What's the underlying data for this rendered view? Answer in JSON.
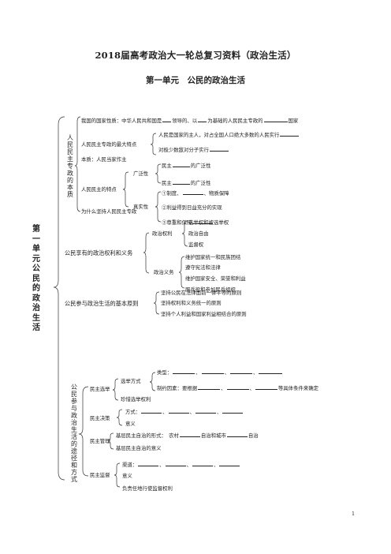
{
  "doc": {
    "title": "2018届高考政治大一轮总复习资料（政治生活）",
    "subtitle": "第一单元　公民的政治生活",
    "unit_label": "第一单元　公民的政治生活",
    "page_number": "1"
  },
  "s1": {
    "label": "人民民主专政的本质",
    "nature_a": "我国的国家性质：中华人民共和国是",
    "nature_b": "领导的、以",
    "nature_c": "为基础的人民民主专政的",
    "nature_d": "国家",
    "feature_max": "人民民主专政的最大特点",
    "max_a": "人民是国家的主人，对占全国人口绝大多数的人民实行",
    "max_b": "对极少数敌对分子实行",
    "essence": "本质：人民当家作主",
    "features": "人民民主的特点",
    "breadth": "广泛性",
    "breadth_a1": "民主",
    "breadth_a2": "的广泛性",
    "breadth_b1": "民主",
    "breadth_b2": "的广泛性",
    "reality": "真实性",
    "reality_a1": "①制度、",
    "reality_a2": "、物质保障",
    "reality_b": "②利益得到日益充分的实现",
    "reality_c": "③尊重和保障",
    "why": "为什么坚持人民民主专政"
  },
  "s2": {
    "label": "公民享有的政治权利和义务",
    "rights": "政治权利",
    "rights_items": [
      "选举权和被选举权",
      "政治自由",
      "监督权"
    ],
    "duties": "政治义务",
    "duty_items": [
      "维护国家统一和民族团结",
      "遵守宪法和法律",
      "维护国家安全、荣誉和利益",
      "服兵役和参加民兵组织"
    ]
  },
  "s3": {
    "label": "公民参与政治生活的基本原则",
    "items": [
      "坚持公民在法律面前一律平等的原则",
      "坚持权利和义务统一的原则",
      "坚持个人利益和国家利益相结合的原则"
    ]
  },
  "s4": {
    "label": "公民参与政治生活的途径和方式",
    "election": "民主选举",
    "election_method": "选举方式",
    "types": "类型：",
    "factors": "制约因素：要根据",
    "factors_end": "等具体条件来确定",
    "cherish": "珍惜选举权利",
    "decision": "民主决策",
    "methods": "方式：",
    "meaning": "意义",
    "management": "民主管理",
    "selfgov_a": "基层民主自治的形式：",
    "selfgov_b": "农村",
    "selfgov_c": "自治和城市",
    "selfgov_d": "自治",
    "selfgov_meaning": "基层民主自治的意义",
    "supervision": "民主监督",
    "channels": "渠道：",
    "sup_meaning": "意义",
    "responsible": "负责任地行使监督权利"
  }
}
